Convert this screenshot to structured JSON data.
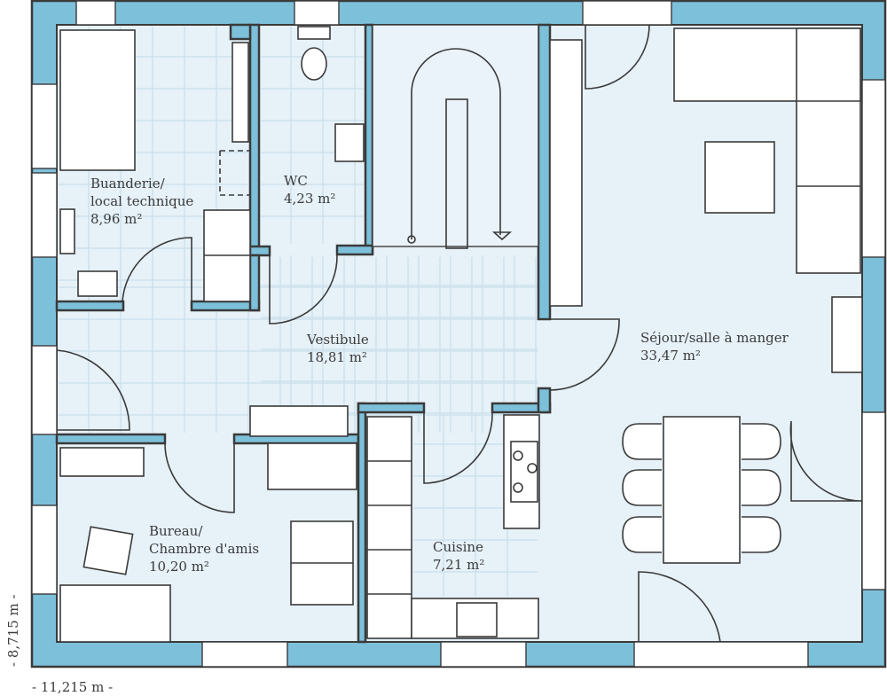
{
  "plan": {
    "rooms": [
      {
        "name": "Buanderie/",
        "name2": "local technique",
        "area": "8,96 m²"
      },
      {
        "name": "WC",
        "area": "4,23 m²"
      },
      {
        "name": "Vestibule",
        "area": "18,81 m²"
      },
      {
        "name": "Séjour/salle à manger",
        "area": "33,47 m²"
      },
      {
        "name": "Bureau/",
        "name2": "Chambre d'amis",
        "area": "10,20 m²"
      },
      {
        "name": "Cuisine",
        "area": "7,21 m²"
      }
    ],
    "dimensions": {
      "width": "- 11,215 m -",
      "depth": "- 8,715 m -"
    },
    "colors": {
      "wall": "#7dc0da",
      "floor": "#e6f1f8",
      "line": "#3a3a3a"
    }
  }
}
